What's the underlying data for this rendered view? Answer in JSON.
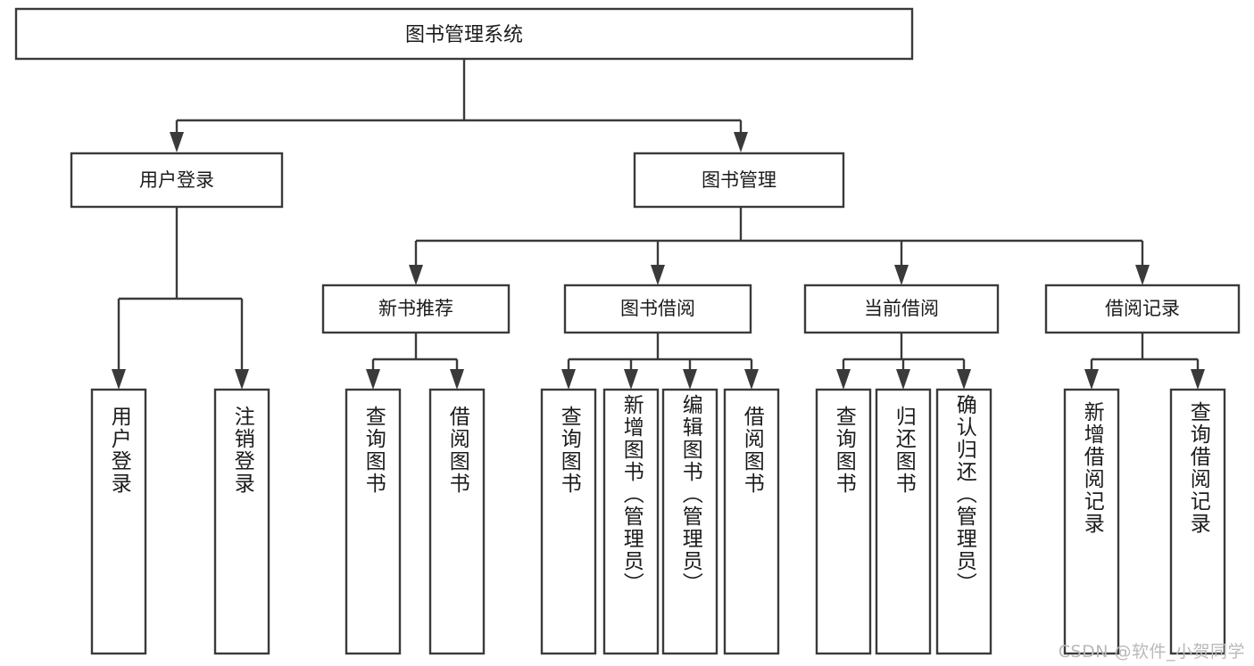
{
  "diagram": {
    "type": "tree",
    "title": "图书管理系统",
    "watermark": "CSDN @软件_小贺同学",
    "colors": {
      "box_stroke": "#3a3a3a",
      "box_fill": "#ffffff",
      "connector": "#3a3a3a",
      "text": "#1b1b1b",
      "watermark": "#b9b9b9",
      "background": "#ffffff"
    },
    "root": {
      "label": "图书管理系统"
    },
    "level2": [
      {
        "label": "用户登录"
      },
      {
        "label": "图书管理"
      }
    ],
    "level3": [
      {
        "label": "新书推荐"
      },
      {
        "label": "图书借阅"
      },
      {
        "label": "当前借阅"
      },
      {
        "label": "借阅记录"
      }
    ],
    "leaves": {
      "user_login": [
        {
          "label": "用户登录"
        },
        {
          "label": "注销登录"
        }
      ],
      "new_book": [
        {
          "label": "查询图书"
        },
        {
          "label": "借阅图书"
        }
      ],
      "book_borrow": [
        {
          "label": "查询图书"
        },
        {
          "label": "新增图书（管理员）"
        },
        {
          "label": "编辑图书（管理员）"
        },
        {
          "label": "借阅图书"
        }
      ],
      "current_borrow": [
        {
          "label": "查询图书"
        },
        {
          "label": "归还图书"
        },
        {
          "label": "确认归还（管理员）"
        }
      ],
      "borrow_record": [
        {
          "label": "新增借阅记录"
        },
        {
          "label": "查询借阅记录"
        }
      ]
    },
    "edges": [
      {
        "from": "图书管理系统",
        "to": "用户登录"
      },
      {
        "from": "图书管理系统",
        "to": "图书管理"
      },
      {
        "from": "用户登录",
        "to": "用户登录"
      },
      {
        "from": "用户登录",
        "to": "注销登录"
      },
      {
        "from": "图书管理",
        "to": "新书推荐"
      },
      {
        "from": "图书管理",
        "to": "图书借阅"
      },
      {
        "from": "图书管理",
        "to": "当前借阅"
      },
      {
        "from": "图书管理",
        "to": "借阅记录"
      },
      {
        "from": "新书推荐",
        "to": "查询图书"
      },
      {
        "from": "新书推荐",
        "to": "借阅图书"
      },
      {
        "from": "图书借阅",
        "to": "查询图书"
      },
      {
        "from": "图书借阅",
        "to": "新增图书（管理员）"
      },
      {
        "from": "图书借阅",
        "to": "编辑图书（管理员）"
      },
      {
        "from": "图书借阅",
        "to": "借阅图书"
      },
      {
        "from": "当前借阅",
        "to": "查询图书"
      },
      {
        "from": "当前借阅",
        "to": "归还图书"
      },
      {
        "from": "当前借阅",
        "to": "确认归还（管理员）"
      },
      {
        "from": "借阅记录",
        "to": "新增借阅记录"
      },
      {
        "from": "借阅记录",
        "to": "查询借阅记录"
      }
    ]
  }
}
